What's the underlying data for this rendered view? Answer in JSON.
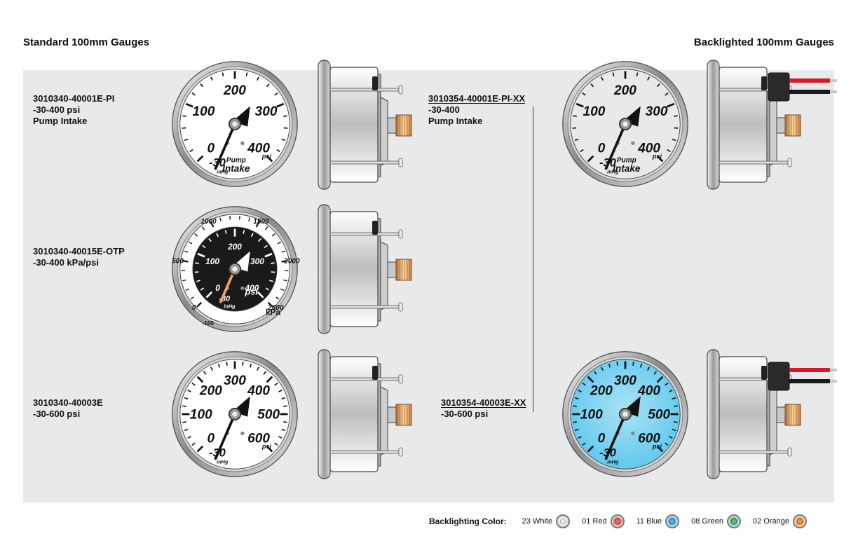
{
  "headers": {
    "left": "Standard 100mm Gauges",
    "right": "Backlighted 100mm Gauges"
  },
  "labels": {
    "g1": [
      "3010340-40001E-PI",
      "-30-400 psi",
      "Pump Intake"
    ],
    "g2": [
      "3010340-40015E-OTP",
      "-30-400 kPa/psi"
    ],
    "g3": [
      "3010340-40003E",
      "-30-600 psi"
    ],
    "b1": [
      "3010354-40001E-PI-XX",
      "-30-400",
      "Pump Intake"
    ],
    "b2": [
      "3010354-40003E-XX",
      "-30-600 psi"
    ]
  },
  "gauges": {
    "g1": {
      "scale": [
        "0",
        "100",
        "200",
        "300",
        "400"
      ],
      "vac": "-30",
      "vac_unit": "inHg",
      "unit": "psi",
      "caption": [
        "Pump",
        "Intake"
      ],
      "face": "#ffffff"
    },
    "g2": {
      "scale": [
        "0",
        "100",
        "200",
        "300",
        "400"
      ],
      "vac": "-30",
      "vac_unit": "inHg",
      "unit": "psi",
      "outer_scale": [
        "0",
        "500",
        "1000",
        "1500",
        "2000",
        "2500"
      ],
      "outer_min": "-100",
      "outer_unit": "kPa",
      "face": "#1a1a1a"
    },
    "g3": {
      "scale": [
        "0",
        "100",
        "200",
        "300",
        "400",
        "500",
        "600"
      ],
      "vac": "-30",
      "vac_unit": "inHg",
      "unit": "psi",
      "face": "#ffffff"
    },
    "b1": {
      "scale": [
        "0",
        "100",
        "200",
        "300",
        "400"
      ],
      "vac": "-30",
      "vac_unit": "inHg",
      "unit": "psi",
      "caption": [
        "Pump",
        "Intake"
      ],
      "face": "#e9e9e9"
    },
    "b2": {
      "scale": [
        "0",
        "100",
        "200",
        "300",
        "400",
        "500",
        "600"
      ],
      "vac": "-30",
      "vac_unit": "inHg",
      "unit": "psi",
      "face": "#5cc6ec"
    }
  },
  "legend": {
    "title": "Backlighting Color:",
    "items": [
      {
        "label": "23 White",
        "color": "#f2f2f2"
      },
      {
        "label": "01 Red",
        "color": "#ee6a5e"
      },
      {
        "label": "11 Blue",
        "color": "#4fb3e8"
      },
      {
        "label": "08 Green",
        "color": "#56c17a"
      },
      {
        "label": "02 Orange",
        "color": "#f59a3a"
      }
    ]
  }
}
